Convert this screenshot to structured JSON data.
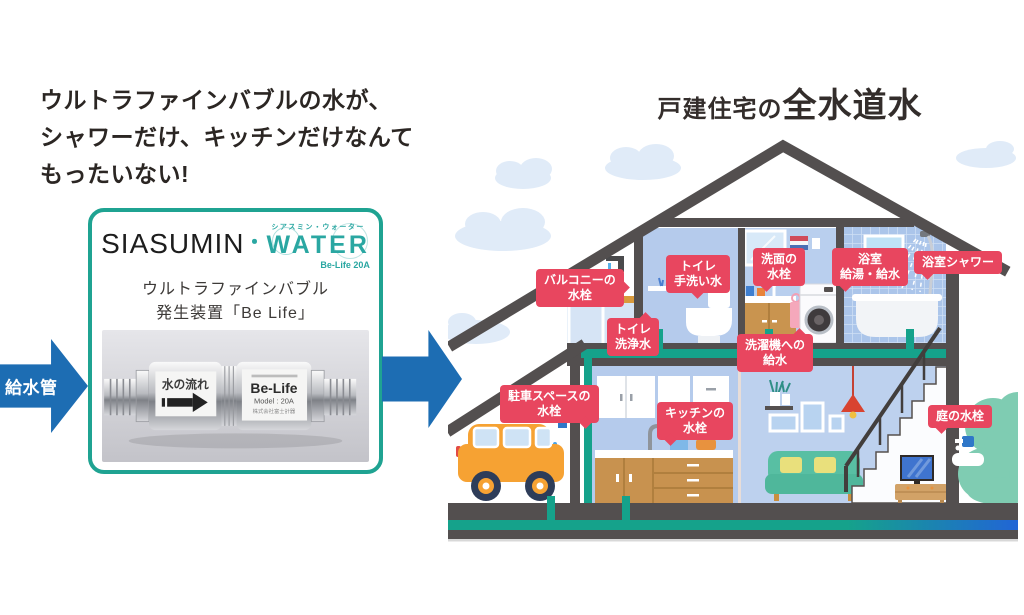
{
  "headline": {
    "line1": "ウルトラファインバブルの水が、",
    "line2": "シャワーだけ、キッチンだけなんて",
    "line3": "もったいない!"
  },
  "supply_arrow": {
    "label": "給水管"
  },
  "product_box": {
    "logo": {
      "ruby": "シアスミン・ウォーター",
      "brand_left": "SIASUMIN",
      "separator": "・",
      "brand_right": "WATER",
      "model": "Be-Life 20A"
    },
    "description_line1": "ウルトラファインバブル",
    "description_line2": "発生装置「Be Life」",
    "device": {
      "flow_label": "水の流れ",
      "name": "Be-Life",
      "model": "Model : 20A",
      "maker": "株式会社富士計器"
    }
  },
  "house": {
    "title_prefix": "戸建住宅の",
    "title_main": "全水道水",
    "labels": [
      {
        "id": "balcony-faucet",
        "text": "バルコニーの\n水栓"
      },
      {
        "id": "toilet-handwash",
        "text": "トイレ\n手洗い水"
      },
      {
        "id": "washbasin-faucet",
        "text": "洗面の\n水栓"
      },
      {
        "id": "bath-supply",
        "text": "浴室\n給湯・給水"
      },
      {
        "id": "bath-shower",
        "text": "浴室シャワー"
      },
      {
        "id": "toilet-flush",
        "text": "トイレ\n洗浄水"
      },
      {
        "id": "washer-supply",
        "text": "洗濯機への\n給水"
      },
      {
        "id": "parking-faucet",
        "text": "駐車スペースの\n水栓"
      },
      {
        "id": "kitchen-faucet",
        "text": "キッチンの\n水栓"
      },
      {
        "id": "garden-faucet",
        "text": "庭の水栓"
      }
    ]
  },
  "colors": {
    "accent_teal": "#1fa392",
    "logo_teal": "#2aa7a2",
    "label_red": "#e8465f",
    "arrow_blue": "#1d6db3",
    "pipe_teal": "#15a28b",
    "pipe_blue": "#2165d6",
    "structure_gray": "#534f4f",
    "wall_blue": "#b5cbec",
    "car_orange": "#f6a233",
    "tree_green": "#7fccb2",
    "cloud_blue": "#e0ebf8"
  }
}
